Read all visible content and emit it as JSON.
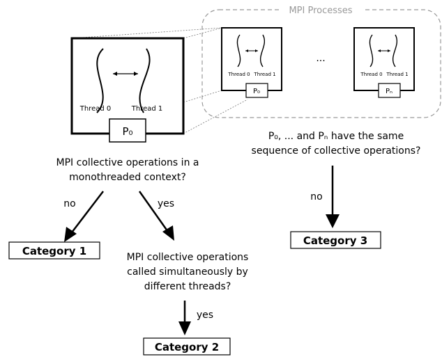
{
  "mpi_processes_label": "MPI Processes",
  "zoom_process": {
    "thread0": "Thread 0",
    "thread1": "Thread 1",
    "rank": "P₀"
  },
  "process_1": {
    "thread0": "Thread 0",
    "thread1": "Thread 1",
    "rank": "P₀"
  },
  "process_n": {
    "thread0": "Thread 0",
    "thread1": "Thread 1",
    "rank": "Pₙ"
  },
  "ellipsis": "...",
  "question_same_sequence": {
    "line1": "P₀, ... and Pₙ have the same",
    "line2": "sequence of collective operations?"
  },
  "question_monothreaded": {
    "line1": "MPI collective operations in a",
    "line2": "monothreaded context?"
  },
  "question_simultaneous": {
    "line1": "MPI collective operations",
    "line2": "called simultaneously by",
    "line3": "different threads?"
  },
  "edges": {
    "no_left": "no",
    "yes_left": "yes",
    "no_right": "no",
    "yes_bottom": "yes"
  },
  "categories": {
    "c1": "Category 1",
    "c2": "Category 2",
    "c3": "Category 3"
  }
}
